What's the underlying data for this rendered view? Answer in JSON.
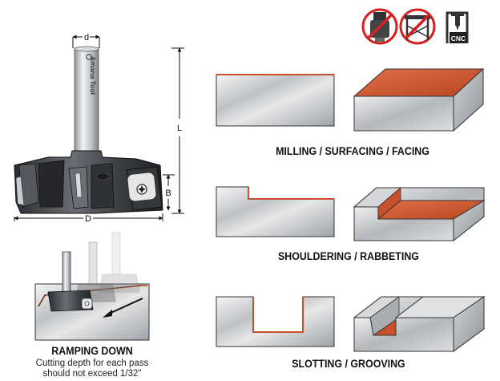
{
  "icons": [
    {
      "name": "no-handheld-router-icon"
    },
    {
      "name": "no-router-table-icon"
    },
    {
      "name": "cnc-machine-icon",
      "text": "CNC"
    }
  ],
  "tool": {
    "brand_text": "Amana Tool",
    "dimensions": {
      "d": "d",
      "L": "L",
      "B": "B",
      "D": "D"
    }
  },
  "operations": [
    {
      "label": "MILLING / SURFACING / FACING"
    },
    {
      "label": "SHOULDERING / RABBETING"
    },
    {
      "label": "SLOTTING / GROOVING"
    }
  ],
  "ramping": {
    "title": "RAMPING DOWN",
    "note_line1": "Cutting depth for each pass",
    "note_line2": "should not exceed 1/32\""
  },
  "colors": {
    "accent": "#c8502a",
    "metal": "#b9bcc0",
    "dark": "#3a3d42",
    "red_prohibit": "#d42020"
  }
}
